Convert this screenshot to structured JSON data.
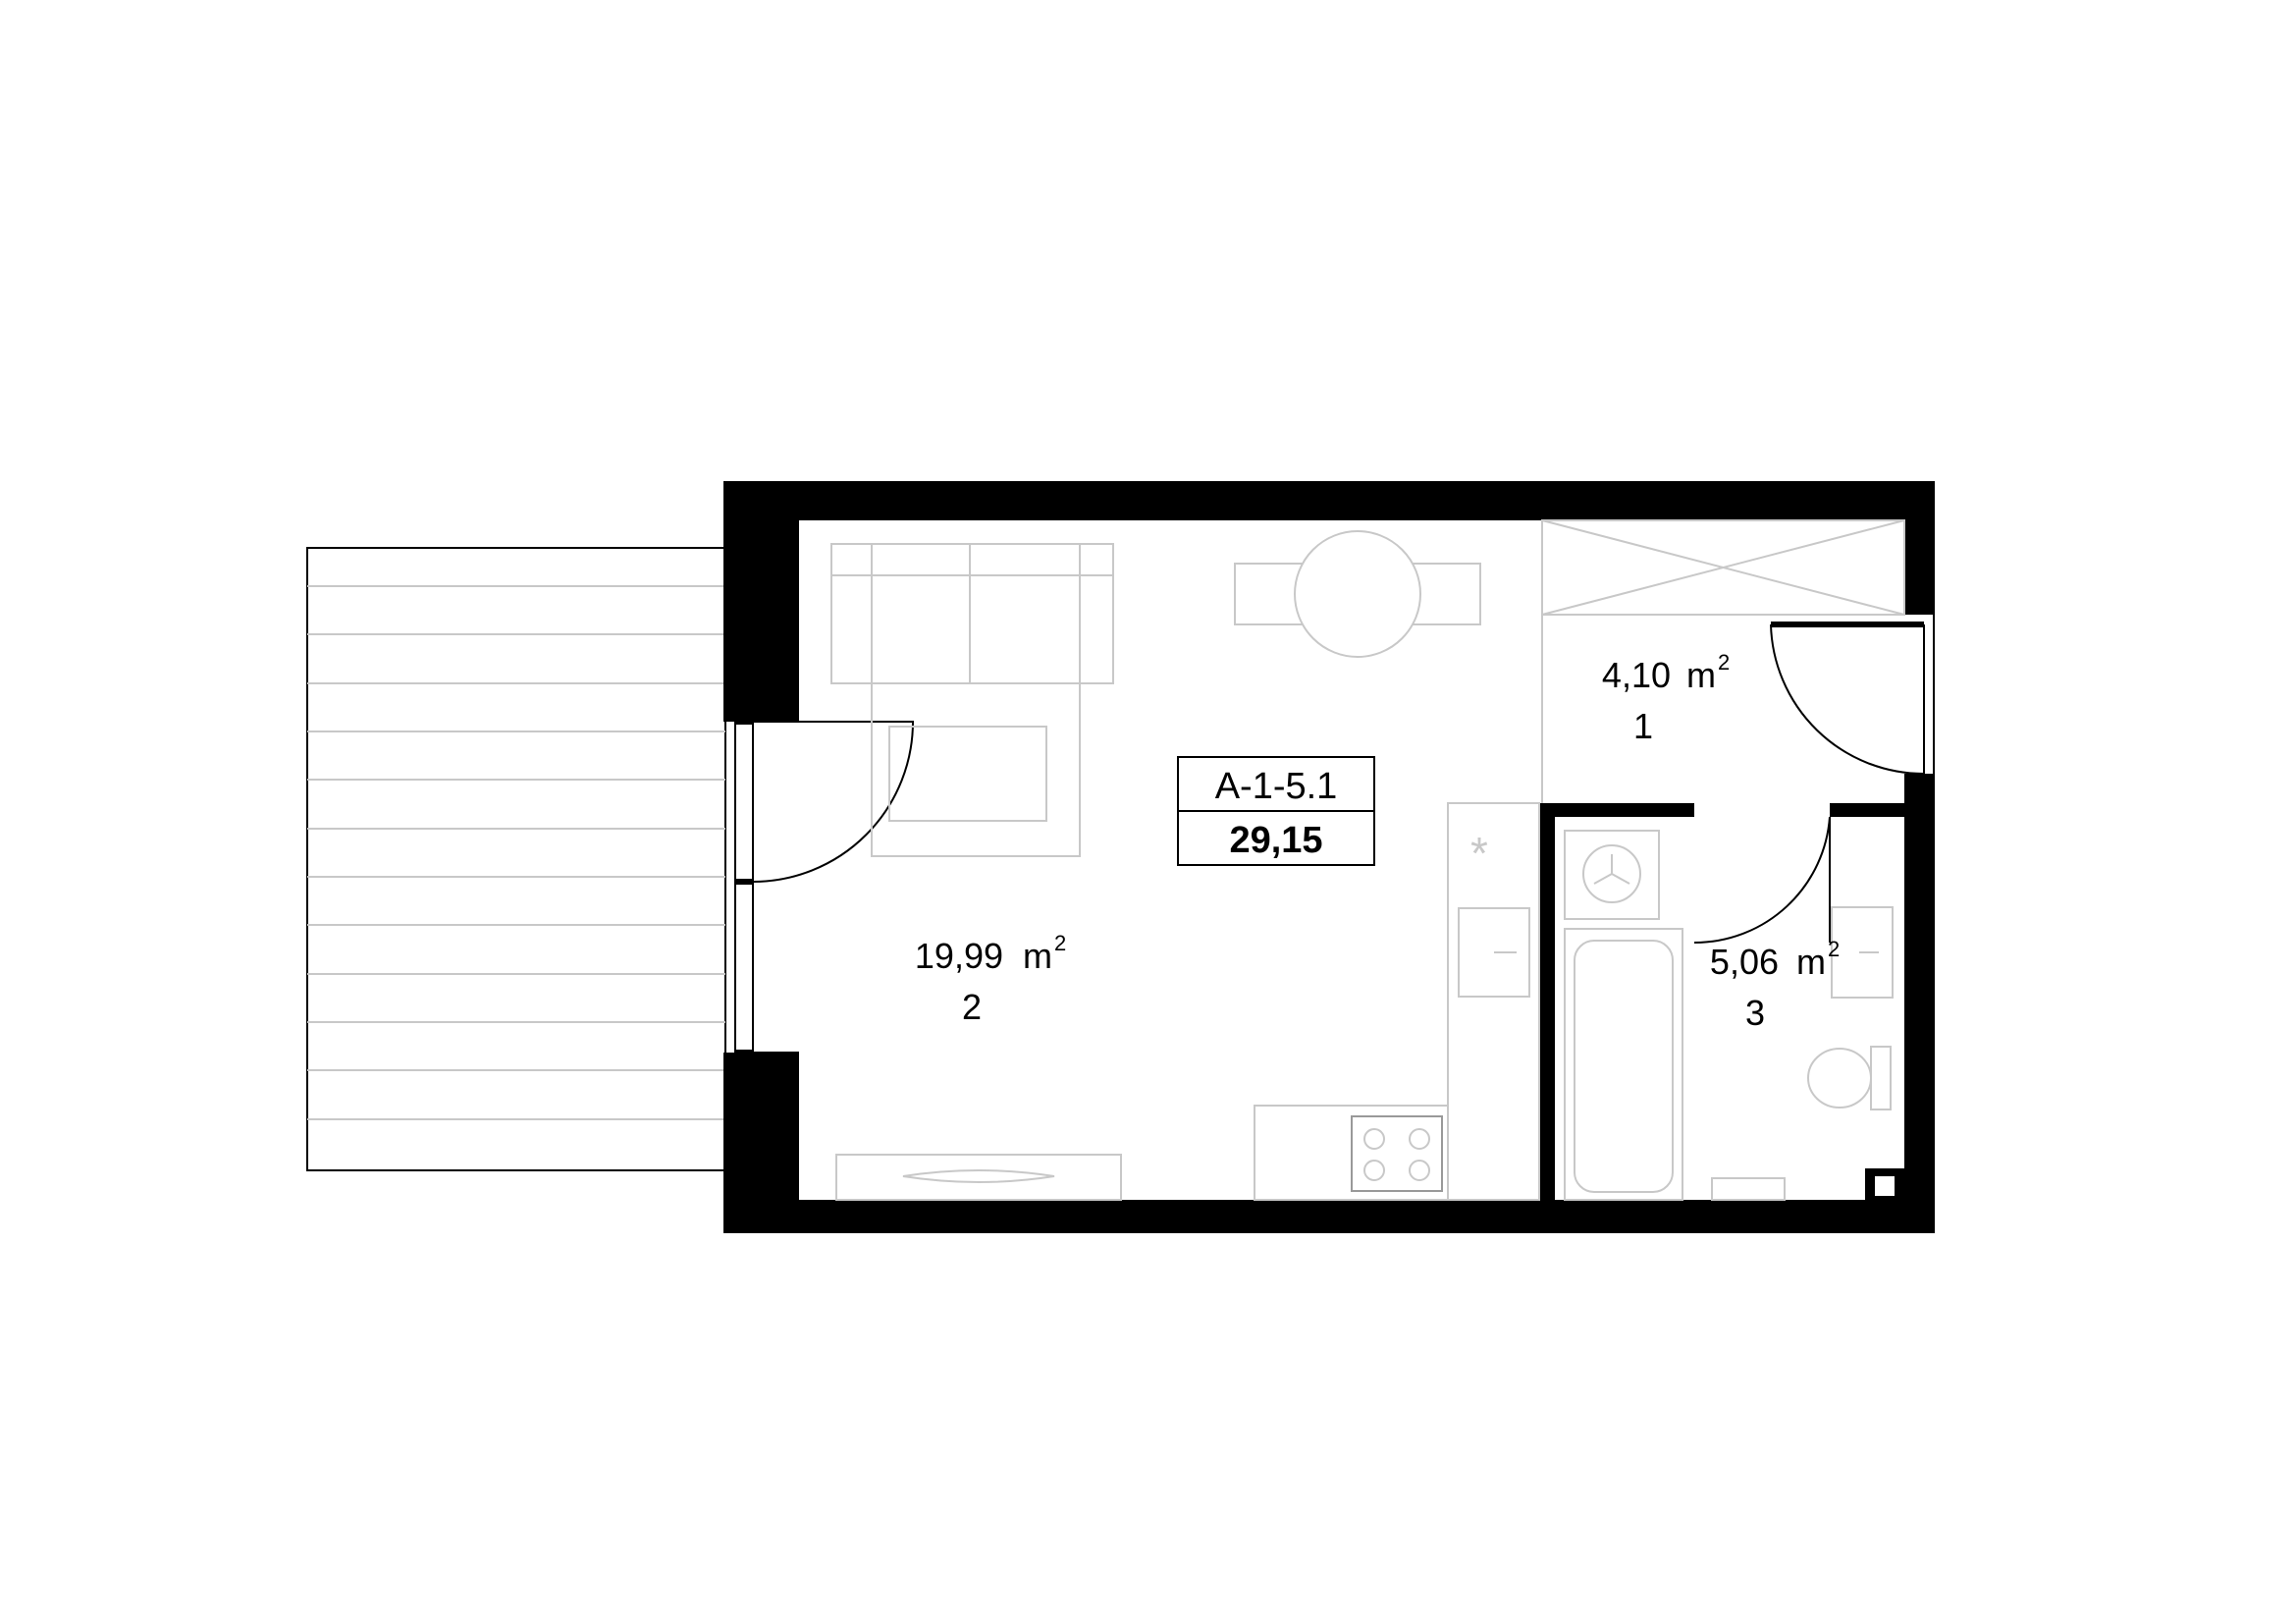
{
  "unit": {
    "code": "A-1-5.1",
    "total_area": "29,15"
  },
  "rooms": [
    {
      "number": "1",
      "area": "4,10",
      "unit": "m",
      "sup": "2"
    },
    {
      "number": "2",
      "area": "19,99",
      "unit": "m",
      "sup": "2"
    },
    {
      "number": "3",
      "area": "5,06",
      "unit": "m",
      "sup": "2"
    }
  ],
  "colors": {
    "wall": "#000000",
    "furniture": "#c8c8c8",
    "background": "#ffffff"
  }
}
